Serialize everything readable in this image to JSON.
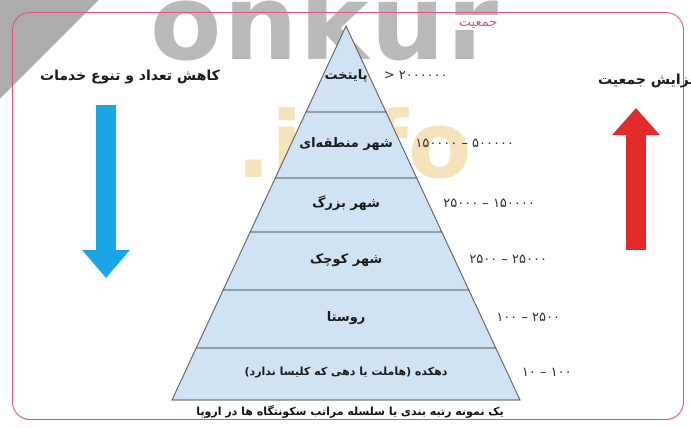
{
  "watermark": {
    "brand": "onkur",
    "sub": ".info"
  },
  "frame": {
    "title": "جمعیت"
  },
  "left_arrow": {
    "label": "کاهش تعداد و تنوع خدمات",
    "color": "#1aa6e6"
  },
  "right_arrow": {
    "label": "افزایش جمعیت",
    "color": "#e32b2b"
  },
  "pyramid": {
    "fill": "#cfe3f4",
    "stroke": "#5a5a5a",
    "levels": [
      {
        "label": "پایتخت",
        "range": "> ۲۰۰۰۰۰۰"
      },
      {
        "label": "شهر منطقه‌ای",
        "range": "۱۵۰۰۰۰ – ۵۰۰۰۰۰"
      },
      {
        "label": "شهر بزرگ",
        "range": "۲۵۰۰۰ – ۱۵۰۰۰۰"
      },
      {
        "label": "شهر کوچک",
        "range": "۲۵۰۰ – ۲۵۰۰۰"
      },
      {
        "label": "روستا",
        "range": "۱۰۰ – ۲۵۰۰"
      },
      {
        "label": "دهکده (هاملت یا دهی که کلیسا ندارد)",
        "range": "۱۰ – ۱۰۰"
      }
    ]
  },
  "caption": "یک نمونه رتبه بندی یا سلسله مراتب سکونتگاه ها در اروپا"
}
